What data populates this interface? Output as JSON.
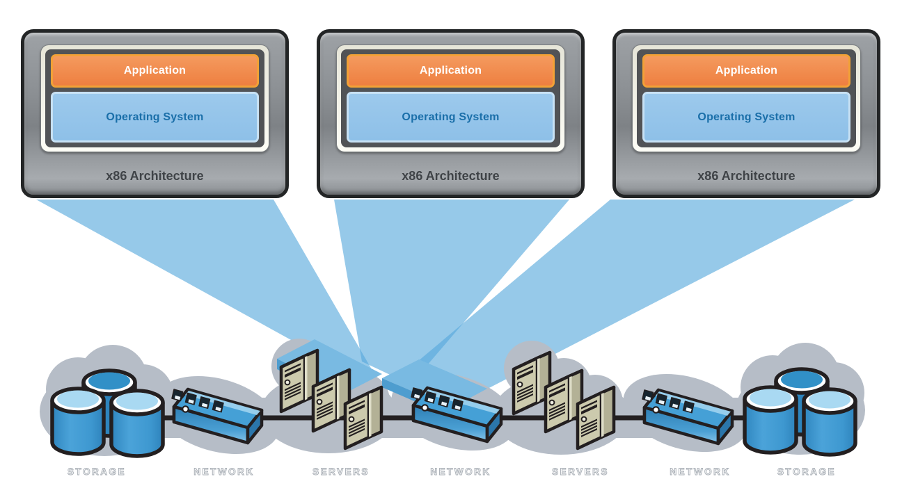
{
  "hosts": [
    {
      "app": "Application",
      "os": "Operating System",
      "arch": "x86 Architecture"
    },
    {
      "app": "Application",
      "os": "Operating System",
      "arch": "x86 Architecture"
    },
    {
      "app": "Application",
      "os": "Operating System",
      "arch": "x86 Architecture"
    }
  ],
  "infrastructure": {
    "labels": [
      "STORAGE",
      "NETWORK",
      "SERVERS",
      "NETWORK",
      "SERVERS",
      "NETWORK",
      "STORAGE"
    ]
  },
  "colors": {
    "beam": "#55a8dc",
    "cloud": "#b6bdc7",
    "outline": "#231f20",
    "application_orange": "#ee7f40",
    "application_border": "#f2a137",
    "os_blue": "#8ec0e8",
    "os_text": "#1a6fa9",
    "arch_text": "#3f4347",
    "server_beige": "#cccaad",
    "device_blue": "#45a0d6"
  }
}
